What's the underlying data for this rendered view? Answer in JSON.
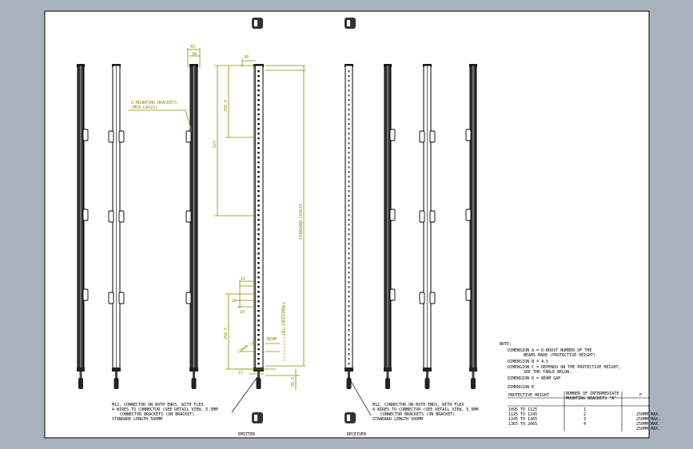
{
  "colors": {
    "background": "#a9b3c0",
    "sheet": "#ffffff",
    "line": "#000000",
    "dimension": "#8a8a00"
  },
  "labels": {
    "bracket_note_1": "U-MOUNTING BRACKETS",
    "bracket_note_2": "(M50-LA021)",
    "dim_width_top_1": "43",
    "dim_width_top_2": "38",
    "dim_width_body": "38",
    "dim_pitch_a": "250.5",
    "dim_span": "527",
    "dim_total": "STANDARD LENGTH",
    "dim_lower": "250.5",
    "dim_small_1": "12",
    "dim_small_2": "28",
    "dim_small_3": "10",
    "dim_beam": "BEAM",
    "dim_bottom": "22",
    "dim_side": "35.5",
    "dim_mid_label": "T(M0L OE)",
    "dim_lower_label": "LOWER (A)",
    "dim_side_label": "(B) (OPTIONAL)",
    "note_left_1": "M12, CONNECTOR ON BOTH ENDS, WITH FLEX",
    "note_left_2": "4 WIRES TO CONNECTOR (SEE DETAIL VIEW, 5.5MM",
    "note_left_3": "CONNECTOR BRACKETS (ON BRACKET)",
    "note_left_4": "STANDARD LENGTH 500MM",
    "note_right_1": "M12, CONNECTOR ON BOTH ENDS, WITH FLEX",
    "note_right_2": "4 WIRES TO CONNECTOR (SEE DETAIL VIEW, 5.5MM",
    "note_right_3": "CONNECTOR BRACKETS (ON BRACKET)",
    "note_right_4": "STANDARD LENGTH 500MM",
    "caption_emitter": "EMITTER",
    "caption_receiver": "RECEIVER",
    "notes_title": "NOTE:",
    "note_a1": "DIMENSION A = D-BOOST NUMBER OF THE",
    "note_a2": "BEAMS MADE (PROTECTIVE HEIGHT)",
    "note_b": "DIMENSION B = 4.5",
    "note_c1": "DIMENSION C = DEPENDS ON THE PROTECTIVE HEIGHT,",
    "note_c2": "SEE THE TABLE BELOW.",
    "note_d": "DIMENSION D = BEAM GAP",
    "note_e": "DIMENSION E",
    "table_header_1": "PROTECTIVE HEIGHT",
    "table_header_2": "NUMBER OF INTERMEDIATE",
    "table_header_3": "MOUNTING BRACKETS \"B\"",
    "table_header_4": "F",
    "row1_range": "1095 TO 1125",
    "row1_count": "1",
    "row1_f": "250MM MAX.",
    "row2_range": "1125 TO 1245",
    "row2_count": "2",
    "row2_f": "250MM MAX.",
    "row3_range": "1245 TO 1365",
    "row3_count": "3",
    "row3_f": "250MM MAX.",
    "row4_range": "1365 TO 2065",
    "row4_count": "4",
    "row4_f": "250MM MAX."
  }
}
